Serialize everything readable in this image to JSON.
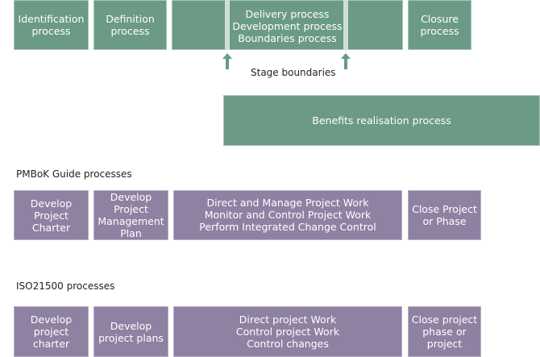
{
  "top_row": {
    "identification": [
      "Identification",
      "process"
    ],
    "definition": [
      "Definition",
      "process"
    ],
    "delivery": [
      "Delivery process",
      "Development process",
      "Boundaries process"
    ],
    "closure": [
      "Closure",
      "process"
    ]
  },
  "stage_boundaries_label": "Stage boundaries",
  "benefits": "Benefits realisation process",
  "pmbok": {
    "heading": "PMBoK Guide processes",
    "develop_charter": [
      "Develop",
      "Project",
      "Charter"
    ],
    "develop_plan": [
      "Develop",
      "Project",
      "Management",
      "Plan"
    ],
    "direct": [
      "Direct and Manage Project Work",
      "Monitor and Control Project Work",
      "Perform Integrated Change Control"
    ],
    "close": [
      "Close Project",
      "or Phase"
    ]
  },
  "iso": {
    "heading": "ISO21500 processes",
    "develop_charter": [
      "Develop",
      "project",
      "charter"
    ],
    "develop_plans": [
      "Develop",
      "project plans"
    ],
    "direct": [
      "Direct project Work",
      "Control project Work",
      "Control changes"
    ],
    "close": [
      "Close project",
      "phase or",
      "project"
    ]
  },
  "colors": {
    "green": "#6b9a86",
    "purple": "#8f81a2",
    "arrow": "#6b9a86"
  }
}
